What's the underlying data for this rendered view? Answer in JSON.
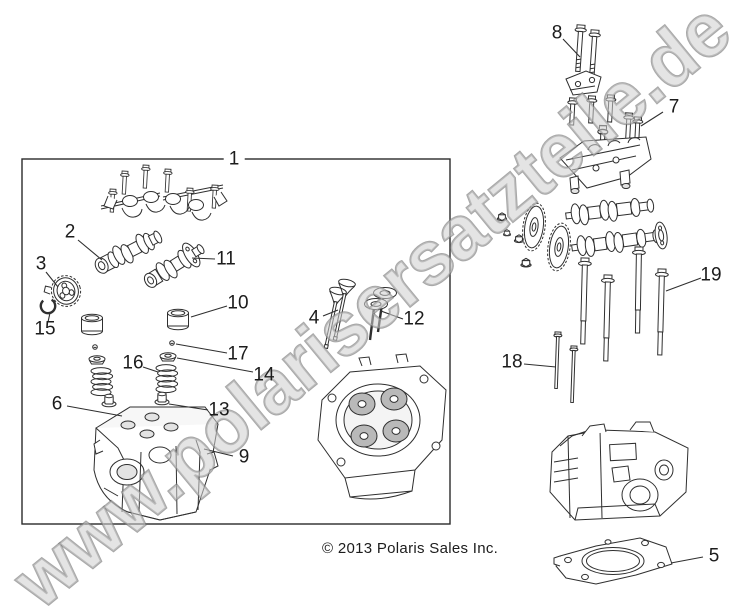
{
  "watermark": {
    "text": "www.polarisersatzteile.de"
  },
  "footer": {
    "copyright": "© 2013 Polaris Sales Inc."
  },
  "callouts": {
    "1": "1",
    "2": "2",
    "3": "3",
    "4": "4",
    "5": "5",
    "6": "6",
    "7": "7",
    "8": "8",
    "9": "9",
    "10": "10",
    "11": "11",
    "12": "12",
    "13": "13",
    "14": "14",
    "15": "15",
    "16": "16",
    "17": "17",
    "18": "18",
    "19": "19"
  }
}
